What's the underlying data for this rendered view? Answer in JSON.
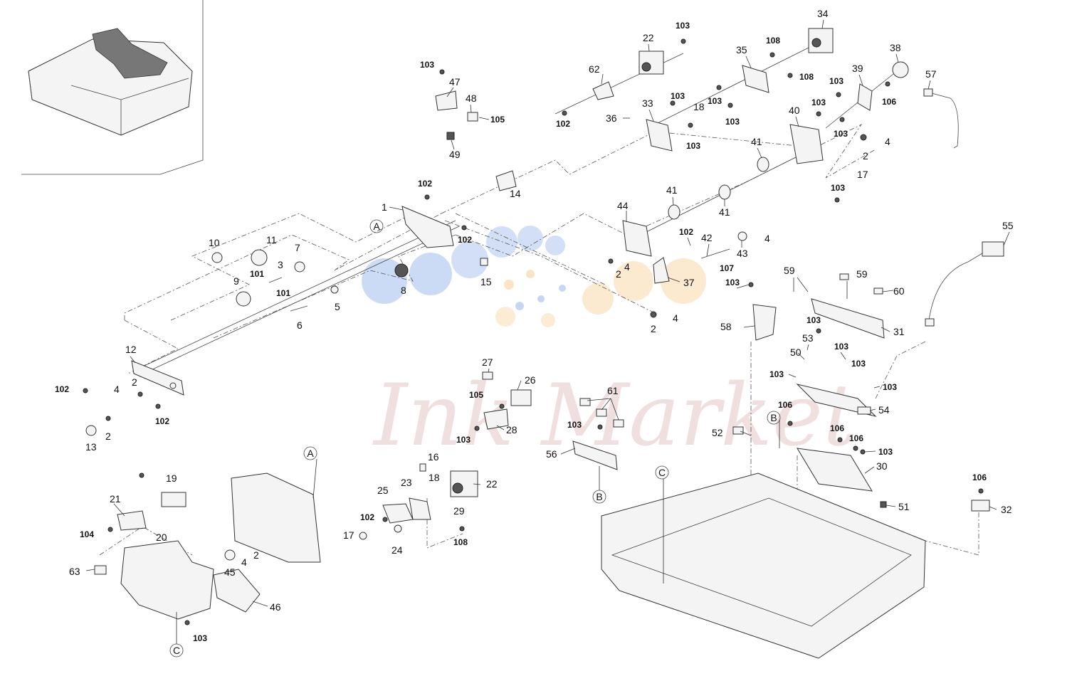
{
  "diagram": {
    "callouts": [
      "A",
      "B",
      "C"
    ],
    "watermark": "Ink Market",
    "labels": {
      "l1": "1",
      "l2a": "2",
      "l2b": "2",
      "l2c": "2",
      "l2d": "2",
      "l2e": "2",
      "l2f": "2",
      "l3": "3",
      "l4a": "4",
      "l4b": "4",
      "l4c": "4",
      "l4d": "4",
      "l4e": "4",
      "l4f": "4",
      "l5": "5",
      "l6": "6",
      "l7": "7",
      "l8": "8",
      "l9": "9",
      "l10": "10",
      "l11": "11",
      "l12": "12",
      "l13": "13",
      "l14": "14",
      "l15": "15",
      "l16": "16",
      "l17a": "17",
      "l17b": "17",
      "l18a": "18",
      "l18b": "18",
      "l19": "19",
      "l20": "20",
      "l21": "21",
      "l22a": "22",
      "l22b": "22",
      "l23": "23",
      "l24": "24",
      "l25": "25",
      "l26": "26",
      "l27": "27",
      "l28": "28",
      "l29": "29",
      "l30": "30",
      "l31": "31",
      "l32": "32",
      "l33": "33",
      "l34": "34",
      "l35": "35",
      "l36": "36",
      "l37": "37",
      "l38": "38",
      "l39": "39",
      "l40": "40",
      "l41a": "41",
      "l41b": "41",
      "l41c": "41",
      "l42": "42",
      "l43": "43",
      "l44": "44",
      "l45": "45",
      "l46": "46",
      "l47": "47",
      "l48": "48",
      "l49": "49",
      "l50": "50",
      "l51": "51",
      "l52": "52",
      "l53": "53",
      "l54": "54",
      "l55": "55",
      "l56": "56",
      "l57": "57",
      "l58": "58",
      "l59a": "59",
      "l59b": "59",
      "l60": "60",
      "l61": "61",
      "l62": "62",
      "l63": "63"
    },
    "bold_labels": {
      "b101a": "101",
      "b101b": "101",
      "b102a": "102",
      "b102b": "102",
      "b102c": "102",
      "b102d": "102",
      "b102e": "102",
      "b102f": "102",
      "b102g": "102",
      "b103a": "103",
      "b103b": "103",
      "b103c": "103",
      "b103d": "103",
      "b103e": "103",
      "b103f": "103",
      "b103g": "103",
      "b103h": "103",
      "b103i": "103",
      "b103j": "103",
      "b103k": "103",
      "b103l": "103",
      "b103m": "103",
      "b103n": "103",
      "b103o": "103",
      "b103p": "103",
      "b103q": "103",
      "b103r": "103",
      "b103s": "103",
      "b104": "104",
      "b105a": "105",
      "b105b": "105",
      "b106a": "106",
      "b106b": "106",
      "b106c": "106",
      "b106d": "106",
      "b106e": "106",
      "b107": "107",
      "b108a": "108",
      "b108b": "108",
      "b108c": "108"
    },
    "colors": {
      "line": "#333333",
      "watermark": "#c98f8f",
      "dots_blue": "#8fb0e8",
      "dots_orange": "#f5c98a"
    }
  }
}
